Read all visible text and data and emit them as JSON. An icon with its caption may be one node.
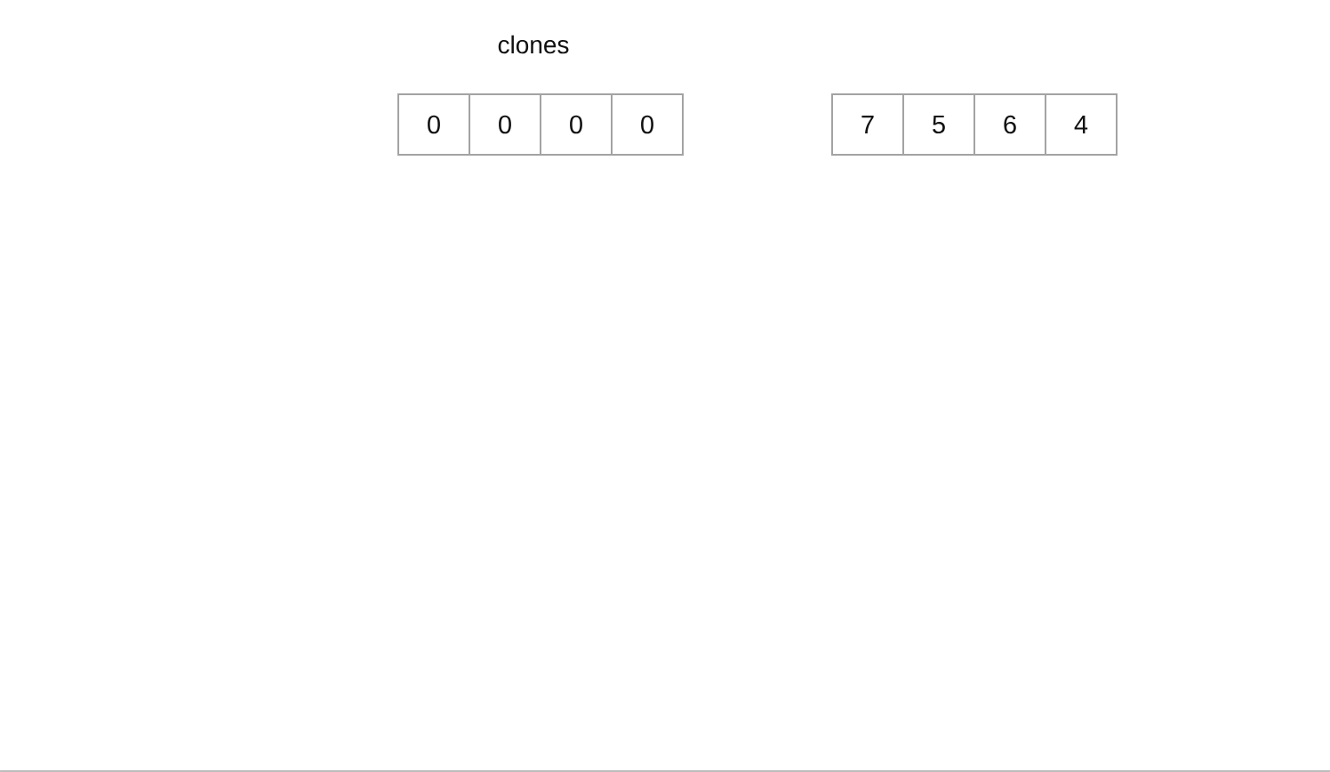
{
  "diagram": {
    "nodes": [
      {
        "text": [
          "0"
        ]
      },
      {
        "text": [
          "0"
        ]
      },
      {
        "text": [
          "0"
        ]
      },
      {
        "text": [
          "0"
        ]
      },
      {
        "text": [
          "7"
        ]
      },
      {
        "text": [
          "5"
        ]
      },
      {
        "text": [
          "6"
        ]
      },
      {
        "text": [
          "4"
        ]
      }
    ],
    "labels": [
      "clones"
    ]
  }
}
